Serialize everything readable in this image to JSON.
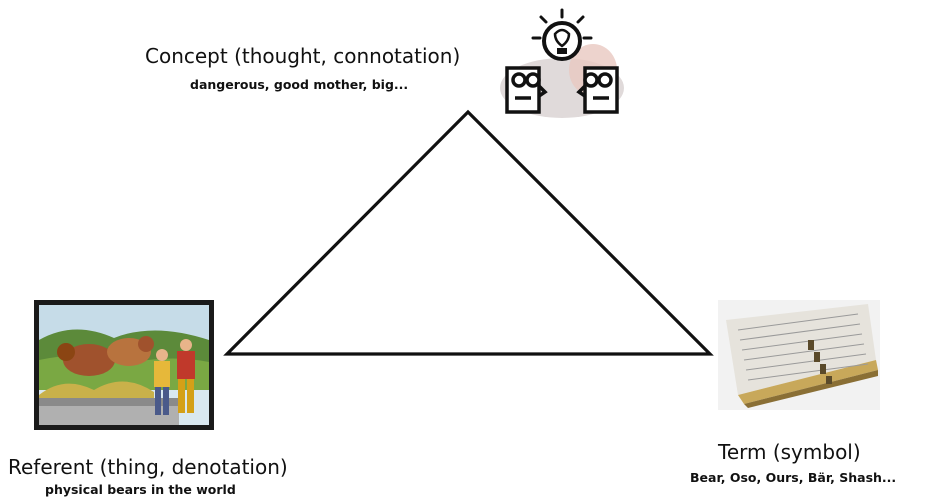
{
  "concept": {
    "title": "Concept (thought, connotation)",
    "subtitle": "dangerous, good mother, big..."
  },
  "referent": {
    "title": "Referent (thing, denotation)",
    "subtitle": "physical bears in the world"
  },
  "term": {
    "title": "Term (symbol)",
    "subtitle": "Bear, Oso, Ours, Bär, Shash..."
  },
  "icons": {
    "concept": "thinking-people-lightbulb-icon",
    "referent": "bear-watchers-illustration",
    "term": "dictionary-book-icon"
  }
}
